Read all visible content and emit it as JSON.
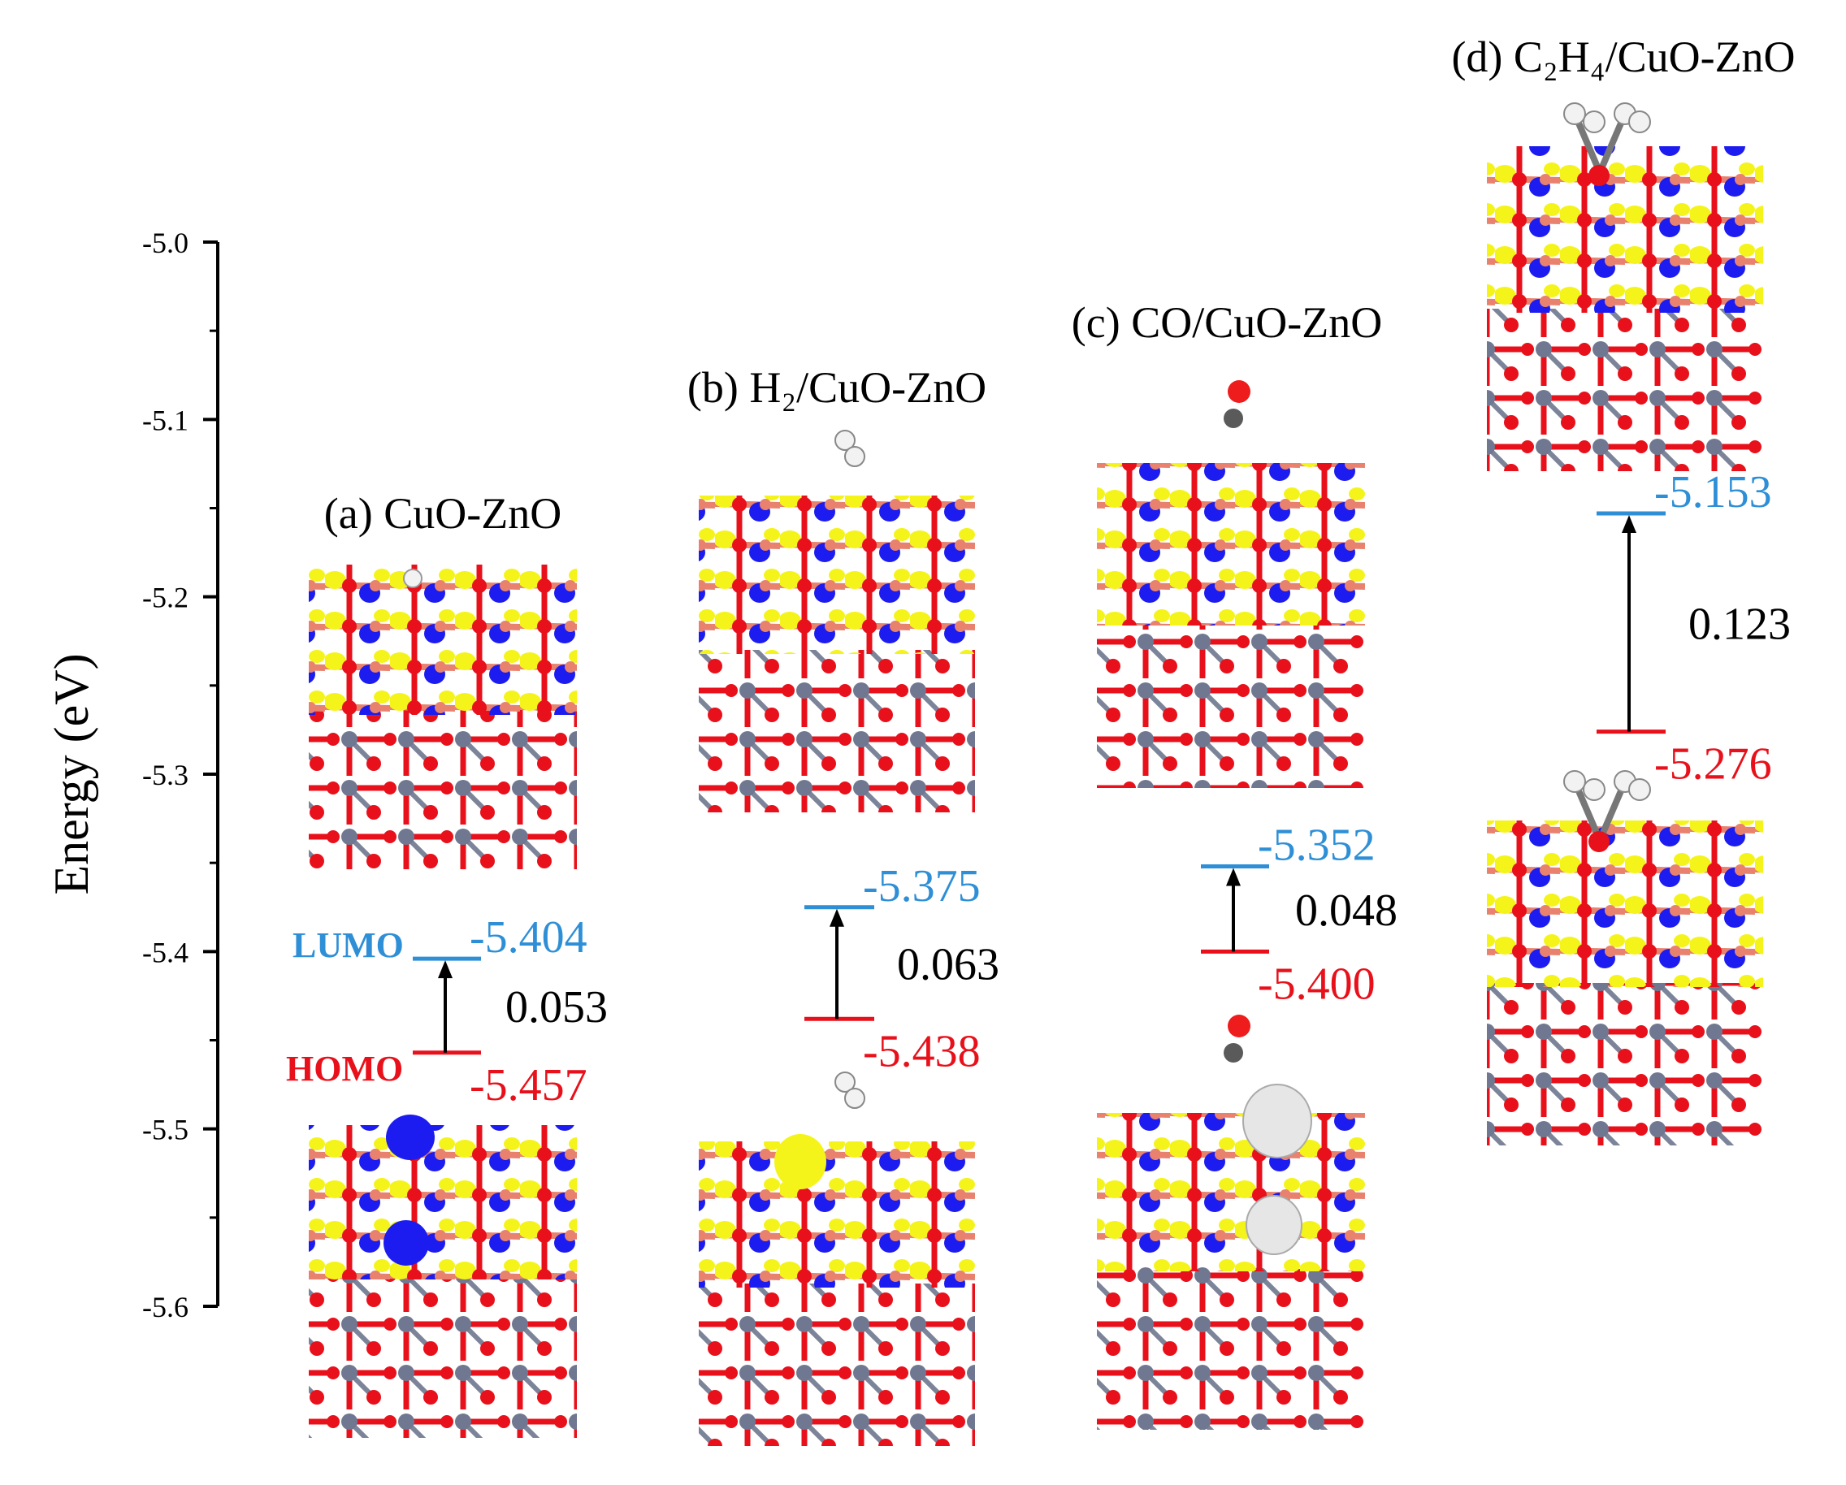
{
  "chart_data": {
    "type": "energy-level-diagram",
    "ylabel": "Energy (eV)",
    "ylim": [
      -5.6,
      -5.0
    ],
    "major_ticks": [
      -5.0,
      -5.1,
      -5.2,
      -5.3,
      -5.4,
      -5.5,
      -5.6
    ],
    "tick_labels": [
      "-5.0",
      "-5.1",
      "-5.2",
      "-5.3",
      "-5.4",
      "-5.5",
      "-5.6"
    ],
    "minor_tick_step": 0.05,
    "level_labels": {
      "lumo": "LUMO",
      "homo": "HOMO"
    },
    "colors": {
      "lumo": "#2e8fd6",
      "homo": "#e8101a",
      "gap": "#000000",
      "axis": "#000000"
    },
    "systems": [
      {
        "title": "(a) CuO-ZnO",
        "lumo": -5.404,
        "homo": -5.457,
        "gap": 0.053,
        "lumo_label": "-5.404",
        "homo_label": "-5.457",
        "gap_label": "0.053"
      },
      {
        "title": "(b) H₂/CuO-ZnO",
        "lumo": -5.375,
        "homo": -5.438,
        "gap": 0.063,
        "lumo_label": "-5.375",
        "homo_label": "-5.438",
        "gap_label": "0.063"
      },
      {
        "title": "(c) CO/CuO-ZnO",
        "lumo": -5.352,
        "homo": -5.4,
        "gap": 0.048,
        "lumo_label": "-5.352",
        "homo_label": "-5.400",
        "gap_label": "0.048"
      },
      {
        "title": "(d) C₂H₄/CuO-ZnO",
        "lumo": -5.153,
        "homo": -5.276,
        "gap": 0.123,
        "lumo_label": "-5.153",
        "homo_label": "-5.276",
        "gap_label": "0.123"
      }
    ],
    "atom_colors": {
      "O": "#ee1c1c",
      "Cu": "#e8826f",
      "Zn": "#6f7890",
      "H": "#f2f2f2",
      "C": "#5a5a5a",
      "iso_pos": "#f4f41a",
      "iso_neg": "#1c1cf0"
    }
  }
}
